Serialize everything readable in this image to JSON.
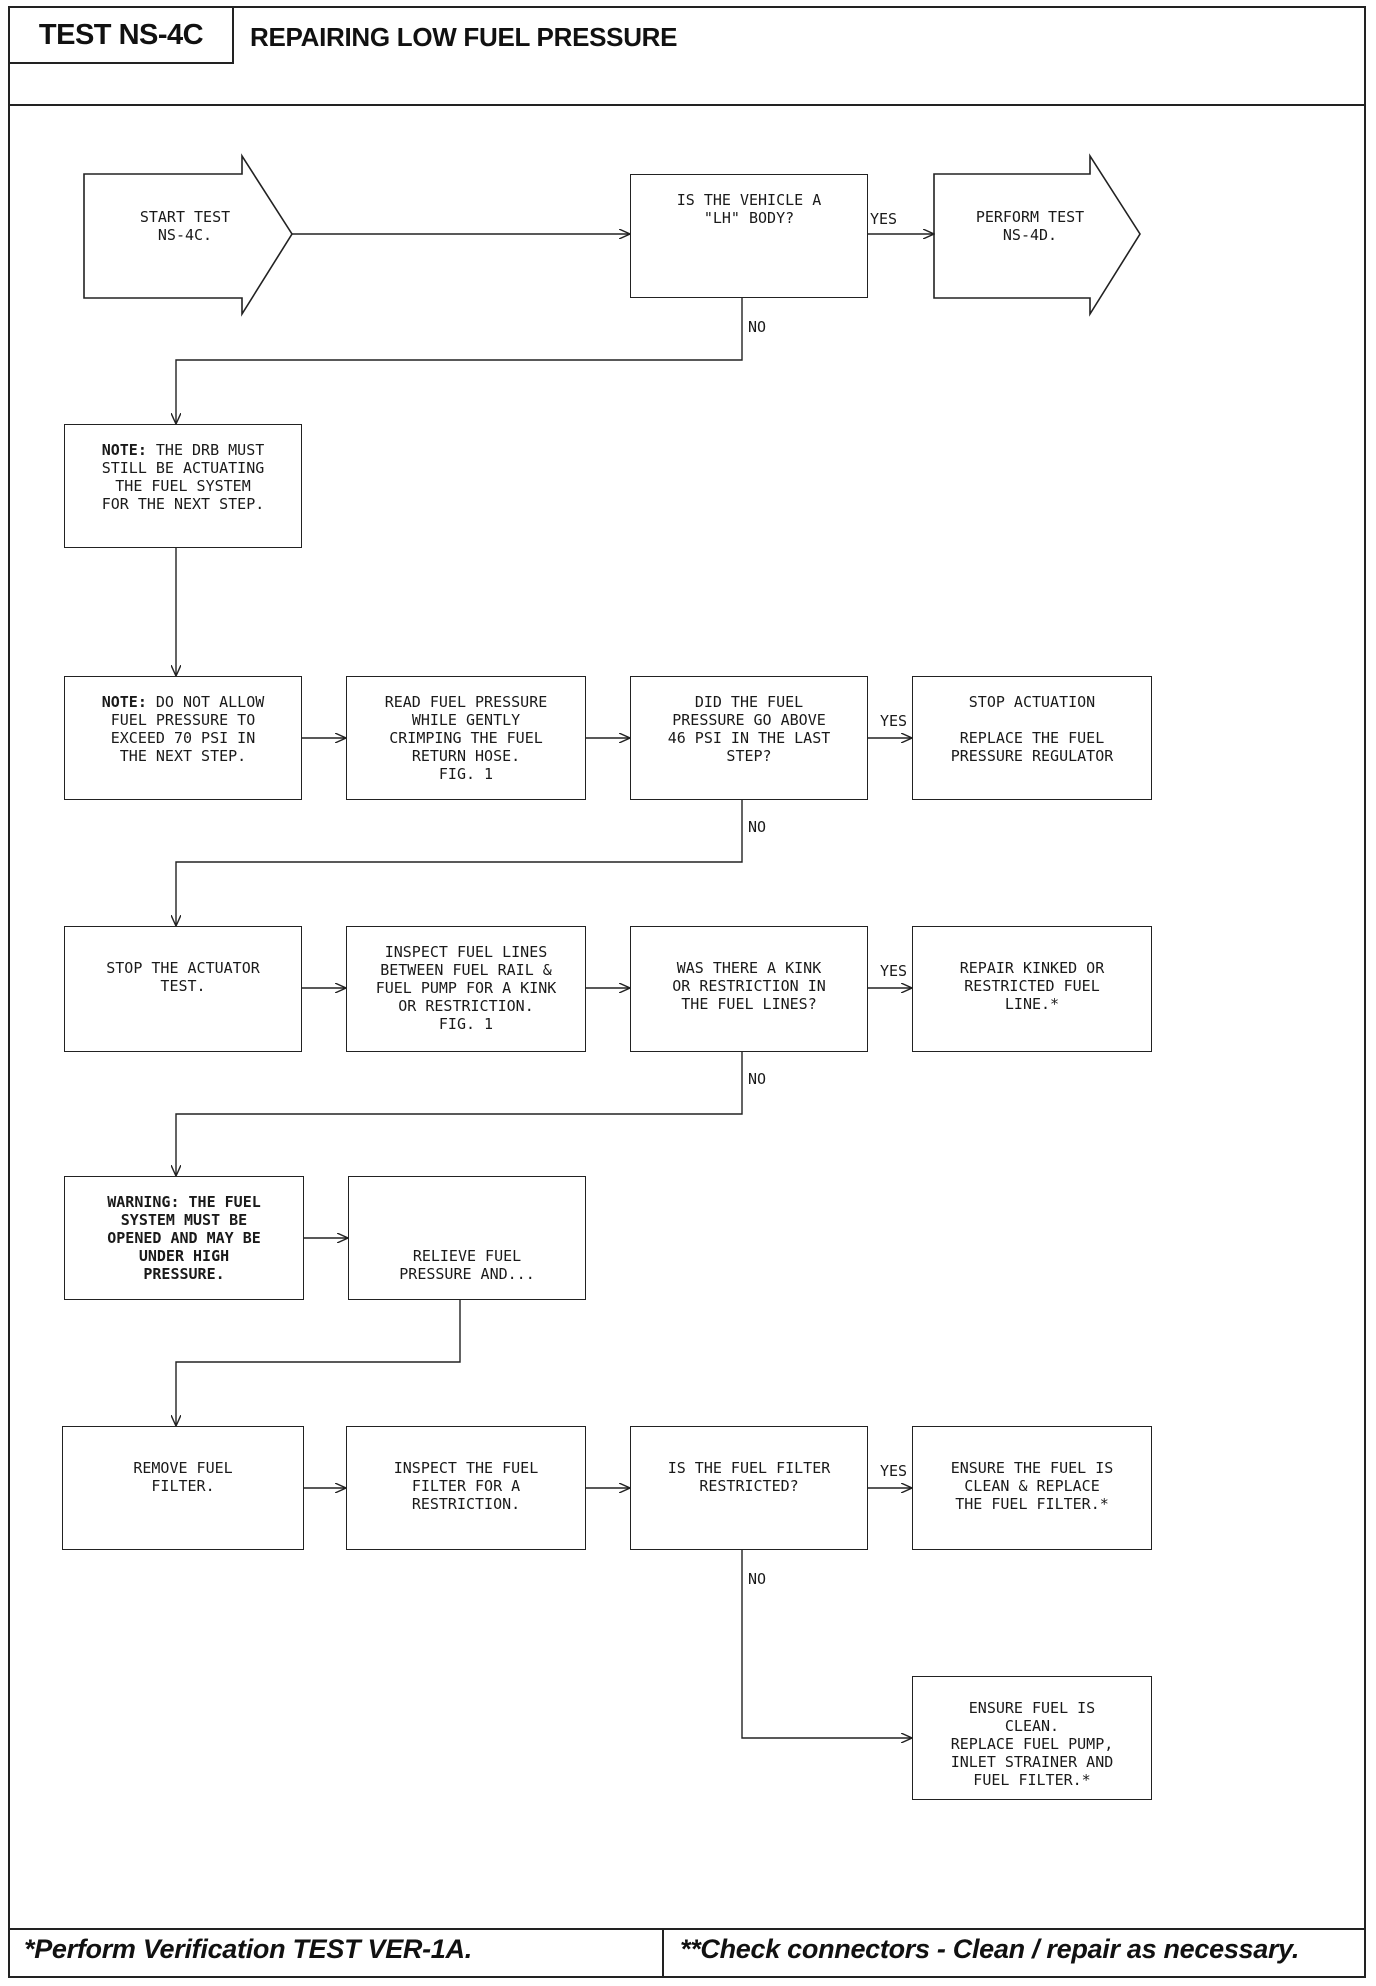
{
  "header": {
    "test_id": "TEST NS-4C",
    "title": "REPAIRING LOW FUEL PRESSURE"
  },
  "footer": {
    "left": "*Perform Verification TEST VER-1A.",
    "right": "**Check connectors - Clean / repair as necessary."
  },
  "flow": {
    "start": "START TEST\nNS-4C.",
    "q_lh_body": "IS THE VEHICLE A\n\"LH\" BODY?",
    "perform_ns4d": "PERFORM TEST\nNS-4D.",
    "note1_bold": "NOTE:",
    "note1_text": " THE DRB MUST\nSTILL BE ACTUATING\nTHE FUEL SYSTEM\nFOR THE NEXT STEP.",
    "note2_bold": "NOTE:",
    "note2_text": " DO NOT ALLOW\nFUEL PRESSURE TO\nEXCEED 70 PSI IN\nTHE NEXT STEP.",
    "read_pressure": "READ FUEL PRESSURE\nWHILE GENTLY\nCRIMPING THE FUEL\nRETURN HOSE.\nFIG. 1",
    "q_above_46": "DID THE FUEL\nPRESSURE GO ABOVE\n46 PSI IN THE LAST\nSTEP?",
    "replace_regulator": "STOP ACTUATION\n\nREPLACE THE FUEL\nPRESSURE REGULATOR",
    "stop_actuator": "STOP THE ACTUATOR\nTEST.",
    "inspect_lines": "INSPECT FUEL LINES\nBETWEEN FUEL RAIL &\nFUEL PUMP FOR A KINK\nOR RESTRICTION.\nFIG. 1",
    "q_kink": "WAS THERE A KINK\nOR RESTRICTION IN\nTHE FUEL LINES?",
    "repair_kinked": "REPAIR KINKED OR\nRESTRICTED FUEL\nLINE.*",
    "warning": "WARNING: THE FUEL\nSYSTEM MUST BE\nOPENED AND MAY BE\nUNDER HIGH\nPRESSURE.",
    "relieve": "RELIEVE FUEL\nPRESSURE AND...",
    "remove_filter": "REMOVE FUEL\nFILTER.",
    "inspect_filter": "INSPECT THE FUEL\nFILTER FOR A\nRESTRICTION.",
    "q_filter": "IS THE FUEL FILTER\nRESTRICTED?",
    "replace_filter": "ENSURE THE FUEL IS\nCLEAN & REPLACE\nTHE FUEL FILTER.*",
    "replace_pump": "ENSURE FUEL IS\nCLEAN.\nREPLACE FUEL PUMP,\nINLET STRAINER AND\nFUEL FILTER.*"
  },
  "labels": {
    "yes": "YES",
    "no": "NO"
  }
}
